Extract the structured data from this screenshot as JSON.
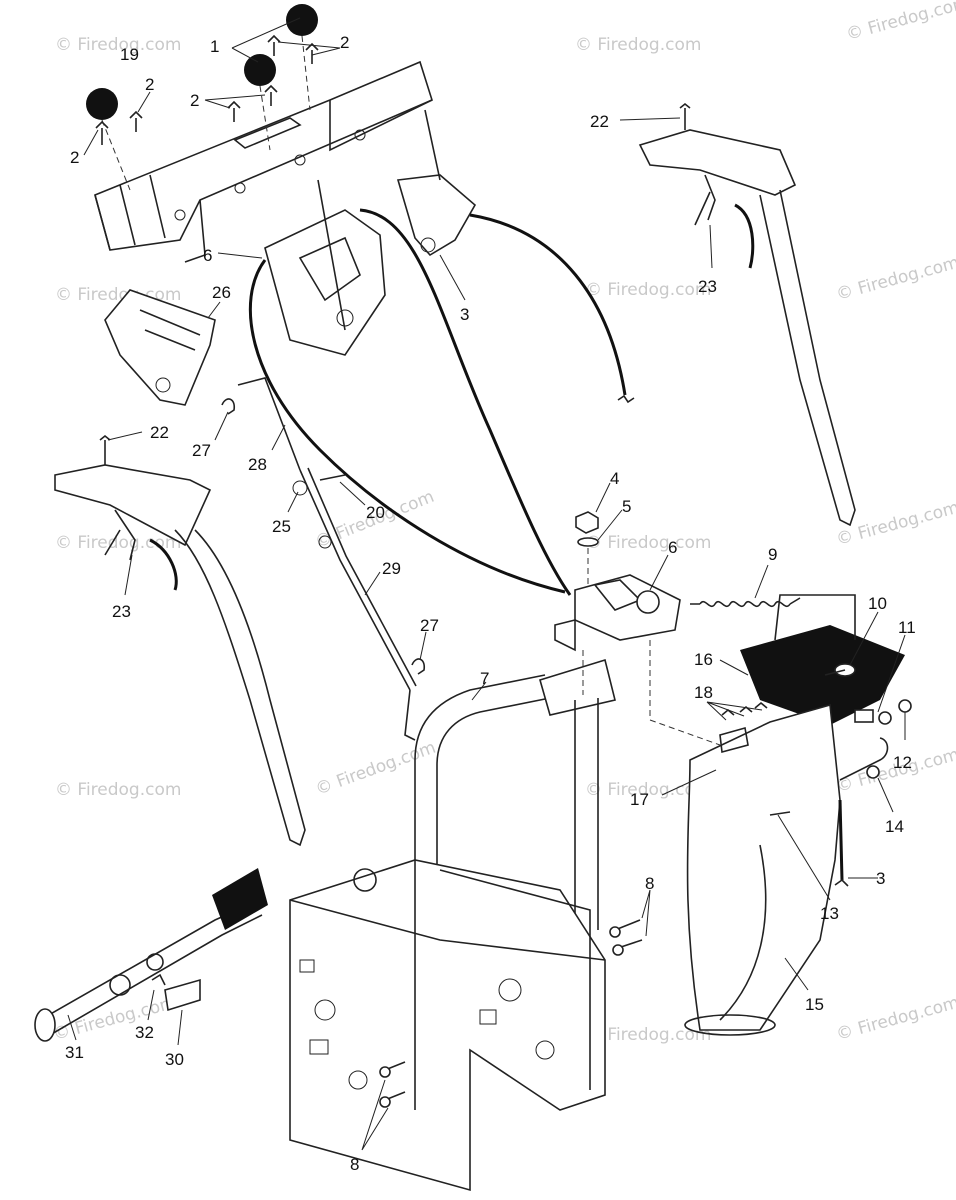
{
  "watermark": "© Firedog.com",
  "callouts": {
    "c1": "1",
    "c2a": "2",
    "c2b": "2",
    "c2c": "2",
    "c2d": "2",
    "c19": "19",
    "c22a": "22",
    "c22b": "22",
    "c3a": "3",
    "c3b": "3",
    "c6a": "6",
    "c6b": "6",
    "c26": "26",
    "c27a": "27",
    "c27b": "27",
    "c28": "28",
    "c25": "25",
    "c20": "20",
    "c29": "29",
    "c23a": "23",
    "c23b": "23",
    "c4": "4",
    "c5": "5",
    "c7": "7",
    "c9": "9",
    "c10": "10",
    "c11": "11",
    "c12": "12",
    "c14": "14",
    "c16": "16",
    "c17": "17",
    "c18": "18",
    "c13": "13",
    "c15": "15",
    "c8a": "8",
    "c8b": "8",
    "c31": "31",
    "c32": "32",
    "c30": "30"
  },
  "colors": {
    "ink": "#111111",
    "watermark": "#c9c9c9",
    "background": "#ffffff"
  }
}
